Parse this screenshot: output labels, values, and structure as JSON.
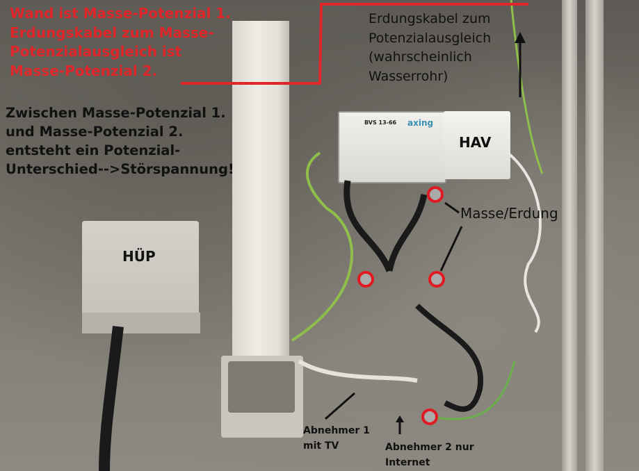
{
  "image": {
    "description": "Photo of a wall-mounted TV/cable installation with German annotations about grounding potential difference",
    "annotations": {
      "red_note": [
        "Wand ist Masse-Potenzial 1.",
        "Erdungskabel zum Masse-",
        "Potenzialausgleich ist",
        "Masse-Potenzial 2."
      ],
      "black_note": [
        "Zwischen Masse-Potenzial 1.",
        "und Masse-Potenzial 2.",
        "entsteht ein Potenzial-",
        "Unterschied-->Störspannung!"
      ],
      "ground_cable_note": [
        "Erdungskabel zum",
        "Potenzialausgleich",
        "(wahrscheinlich",
        "Wasserrohr)"
      ],
      "hav_label": "HAV",
      "huep_label": "HÜP",
      "ground_label": "Masse/Erdung",
      "receiver1": [
        "Abnehmer 1",
        "mit TV"
      ],
      "receiver2": [
        "Abnehmer 2 nur",
        "Internet"
      ]
    },
    "device": {
      "model": "BVS 13-66",
      "brand": "axing"
    },
    "colors": {
      "annotation_red": "#e0262a",
      "annotation_black": "#111111",
      "marker_circle": "#e01a22"
    }
  }
}
